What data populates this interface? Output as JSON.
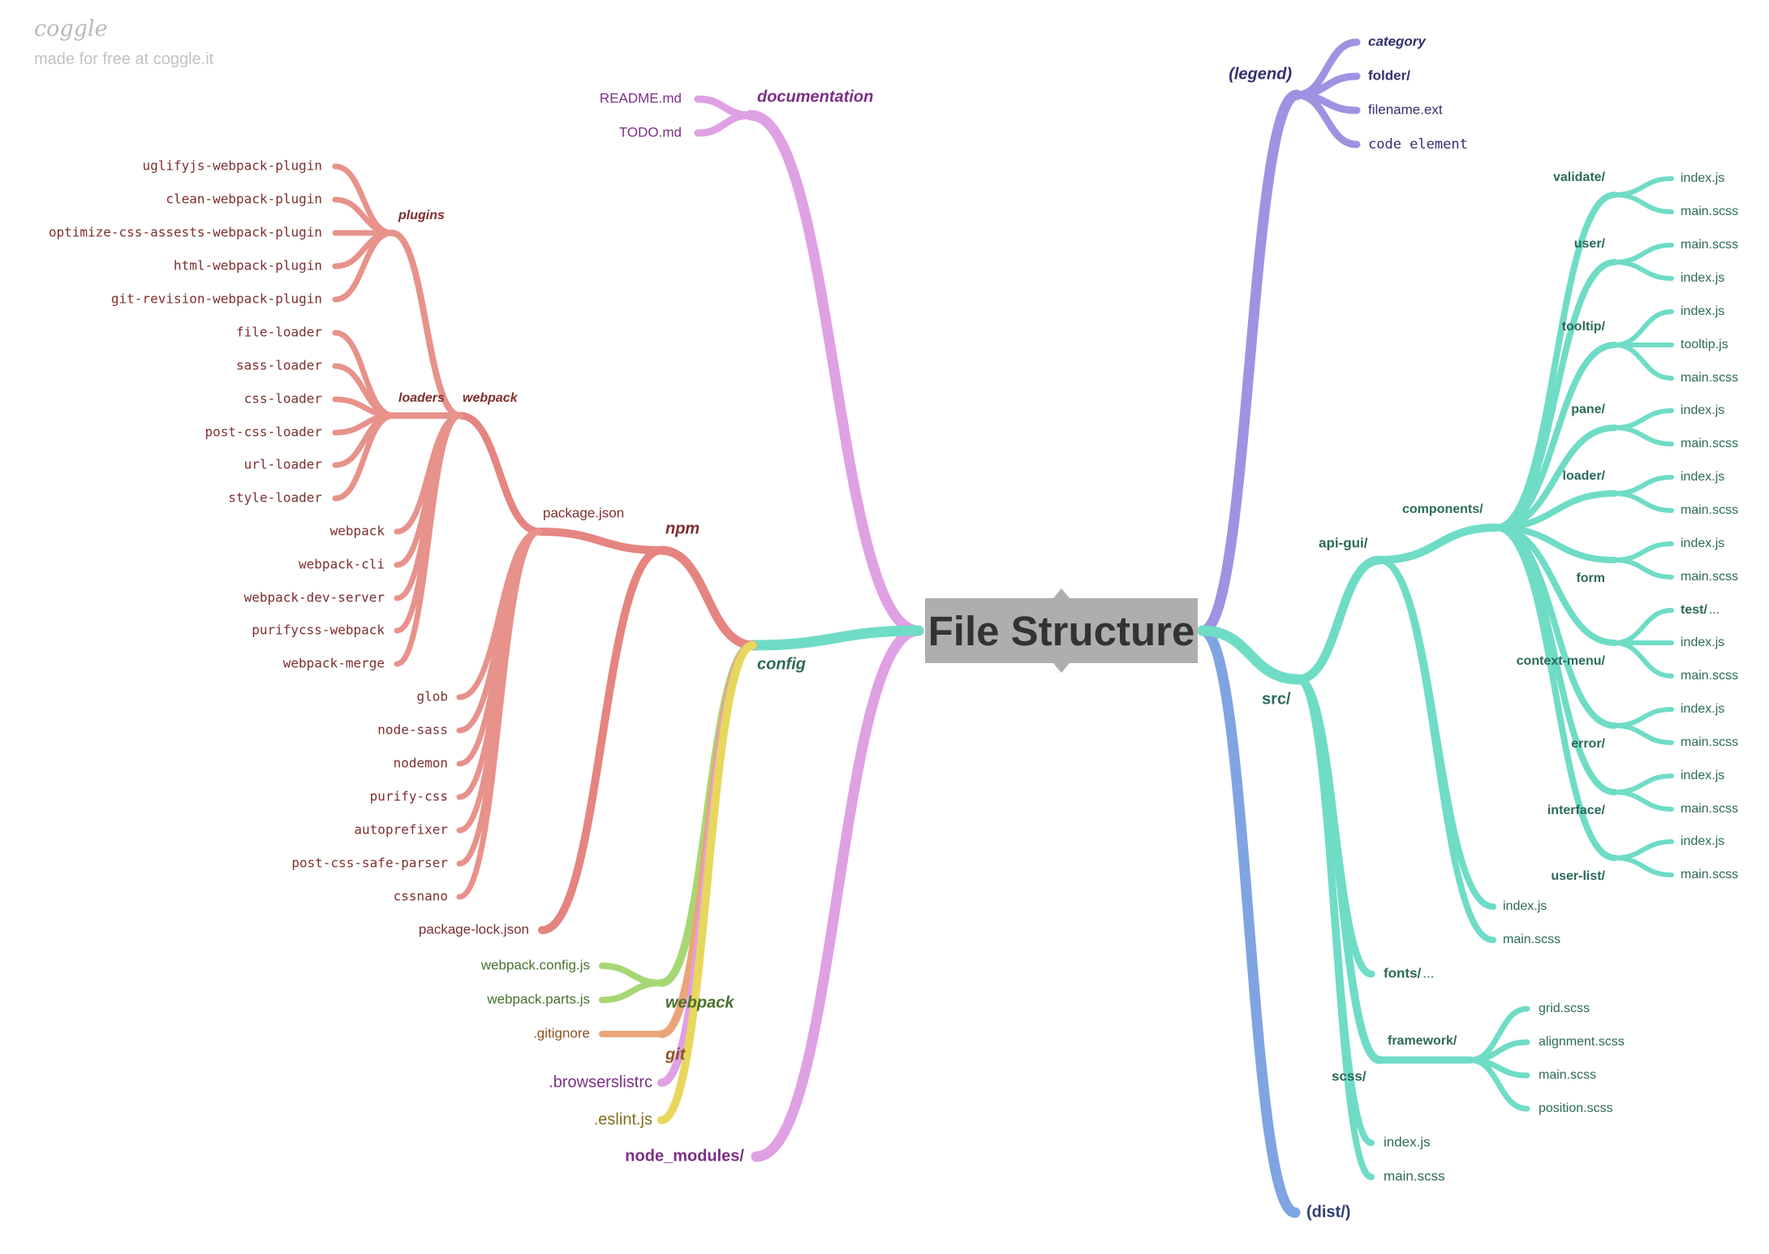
{
  "branding": {
    "logo": "coggle",
    "tagline": "made for free at coggle.it"
  },
  "root": {
    "title": "File Structure"
  },
  "colors": {
    "pink": "#e0a0e4",
    "red": "#e58480",
    "salmon": "#e7928b",
    "teal": "#6fdcc6",
    "green": "#a7d774",
    "orange": "#eba47a",
    "yellow": "#e8d75d",
    "purple": "#9e93e2",
    "blue": "#7fa4e2",
    "text_red": "#7d2f2f",
    "text_purple": "#7a2f85",
    "text_teal": "#2c6a5b",
    "text_green": "#48722e",
    "text_orange": "#8a5326",
    "text_yellow": "#7f6e1d",
    "text_navy": "#33306f",
    "text_blue": "#2e3e6e"
  },
  "nodes": {
    "documentation": "documentation",
    "readme": "README.md",
    "todo": "TODO.md",
    "config": "config",
    "npm": "npm",
    "package_json": "package.json",
    "package_lock": "package-lock.json",
    "webpack_grp": "webpack",
    "plugins": "plugins",
    "loaders": "loaders",
    "plugin_1": "uglifyjs-webpack-plugin",
    "plugin_2": "clean-webpack-plugin",
    "plugin_3": "optimize-css-assests-webpack-plugin",
    "plugin_4": "html-webpack-plugin",
    "plugin_5": "git-revision-webpack-plugin",
    "loader_1": "file-loader",
    "loader_2": "sass-loader",
    "loader_3": "css-loader",
    "loader_4": "post-css-loader",
    "loader_5": "url-loader",
    "loader_6": "style-loader",
    "wp_1": "webpack",
    "wp_2": "webpack-cli",
    "wp_3": "webpack-dev-server",
    "wp_4": "purifycss-webpack",
    "wp_5": "webpack-merge",
    "dep_1": "glob",
    "dep_2": "node-sass",
    "dep_3": "nodemon",
    "dep_4": "purify-css",
    "dep_5": "autoprefixer",
    "dep_6": "post-css-safe-parser",
    "dep_7": "cssnano",
    "webpack_cfg": "webpack",
    "webpack_config": "webpack.config.js",
    "webpack_parts": "webpack.parts.js",
    "git": "git",
    "gitignore": ".gitignore",
    "browserslistrc": ".browserslistrc",
    "eslint": ".eslint.js",
    "node_modules": "node_modules/",
    "legend": "(legend)",
    "leg_category": "category",
    "leg_folder": "folder/",
    "leg_filename": "filename.ext",
    "leg_code": "code element",
    "src": "src/",
    "api_gui": "api-gui/",
    "components": "components/",
    "validate": "validate/",
    "user": "user/",
    "tooltip": "tooltip/",
    "pane": "pane/",
    "loader": "loader/",
    "form": "form",
    "context_menu": "context-menu/",
    "error": "error/",
    "interface": "interface/",
    "user_list": "user-list/",
    "c_validate_1": "index.js",
    "c_validate_2": "main.scss",
    "c_user_1": "main.scss",
    "c_user_2": "index.js",
    "c_tooltip_1": "index.js",
    "c_tooltip_2": "tooltip.js",
    "c_tooltip_3": "main.scss",
    "c_pane_1": "index.js",
    "c_pane_2": "main.scss",
    "c_loader_1": "index.js",
    "c_loader_2": "main.scss",
    "c_form_1": "index.js",
    "c_form_2": "main.scss",
    "c_ctx_1": "test/",
    "c_ctx_1_ext": "...",
    "c_ctx_2": "index.js",
    "c_ctx_3": "main.scss",
    "c_error_1": "index.js",
    "c_error_2": "main.scss",
    "c_interface_1": "index.js",
    "c_interface_2": "main.scss",
    "c_userlist_1": "index.js",
    "c_userlist_2": "main.scss",
    "api_index": "index.js",
    "api_main": "main.scss",
    "fonts": "fonts/",
    "fonts_ext": "...",
    "scss": "scss/",
    "framework": "framework/",
    "fw_1": "grid.scss",
    "fw_2": "alignment.scss",
    "fw_3": "main.scss",
    "fw_4": "position.scss",
    "scss_index": "index.js",
    "scss_main": "main.scss",
    "dist": "(dist/)"
  }
}
